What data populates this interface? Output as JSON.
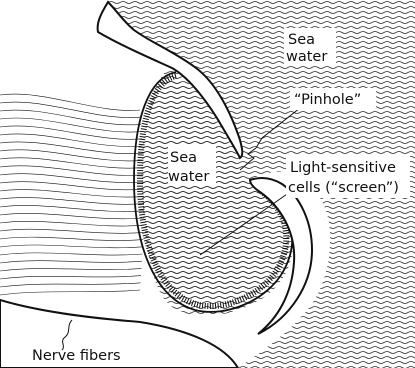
{
  "labels": {
    "sea_outer_line1": "Sea",
    "sea_outer_line2": "water",
    "sea_inner_line1": "Sea",
    "sea_inner_line2": "water",
    "pinhole": "“Pinhole”",
    "retina_line1": "Light-sensitive",
    "retina_line2": "cells (“screen”)",
    "nerve": "Nerve fibers"
  },
  "colors": {
    "ink": "#111111",
    "tissue": "#ffffff",
    "water_texture": "#2a2a2a"
  }
}
